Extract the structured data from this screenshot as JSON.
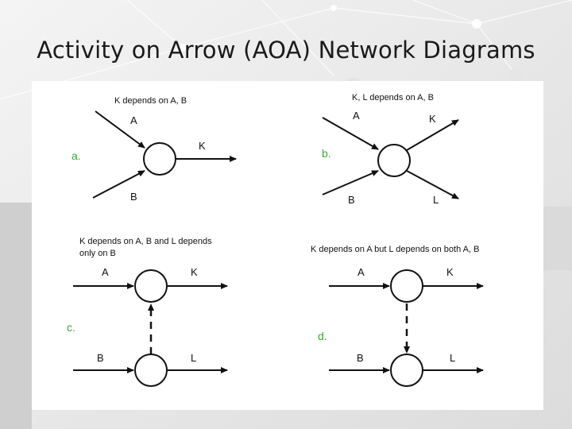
{
  "slide": {
    "title": "Activity on Arrow (AOA) Network Diagrams"
  },
  "colors": {
    "panel_label": "#3aa53a",
    "ink": "#111111"
  },
  "diagram": {
    "a": {
      "tag": "a.",
      "caption": "K depends on A, B",
      "arrows": [
        "A",
        "B",
        "K"
      ]
    },
    "b": {
      "tag": "b.",
      "caption": "K, L depends on A, B",
      "arrows": [
        "A",
        "B",
        "K",
        "L"
      ]
    },
    "c": {
      "tag": "c.",
      "caption_line1": "K depends on A, B and L depends",
      "caption_line2": "only on B",
      "arrows": [
        "A",
        "K",
        "B",
        "L"
      ]
    },
    "d": {
      "tag": "d.",
      "caption": "K depends on A but L depends on both A, B",
      "arrows": [
        "A",
        "K",
        "B",
        "L"
      ]
    }
  }
}
